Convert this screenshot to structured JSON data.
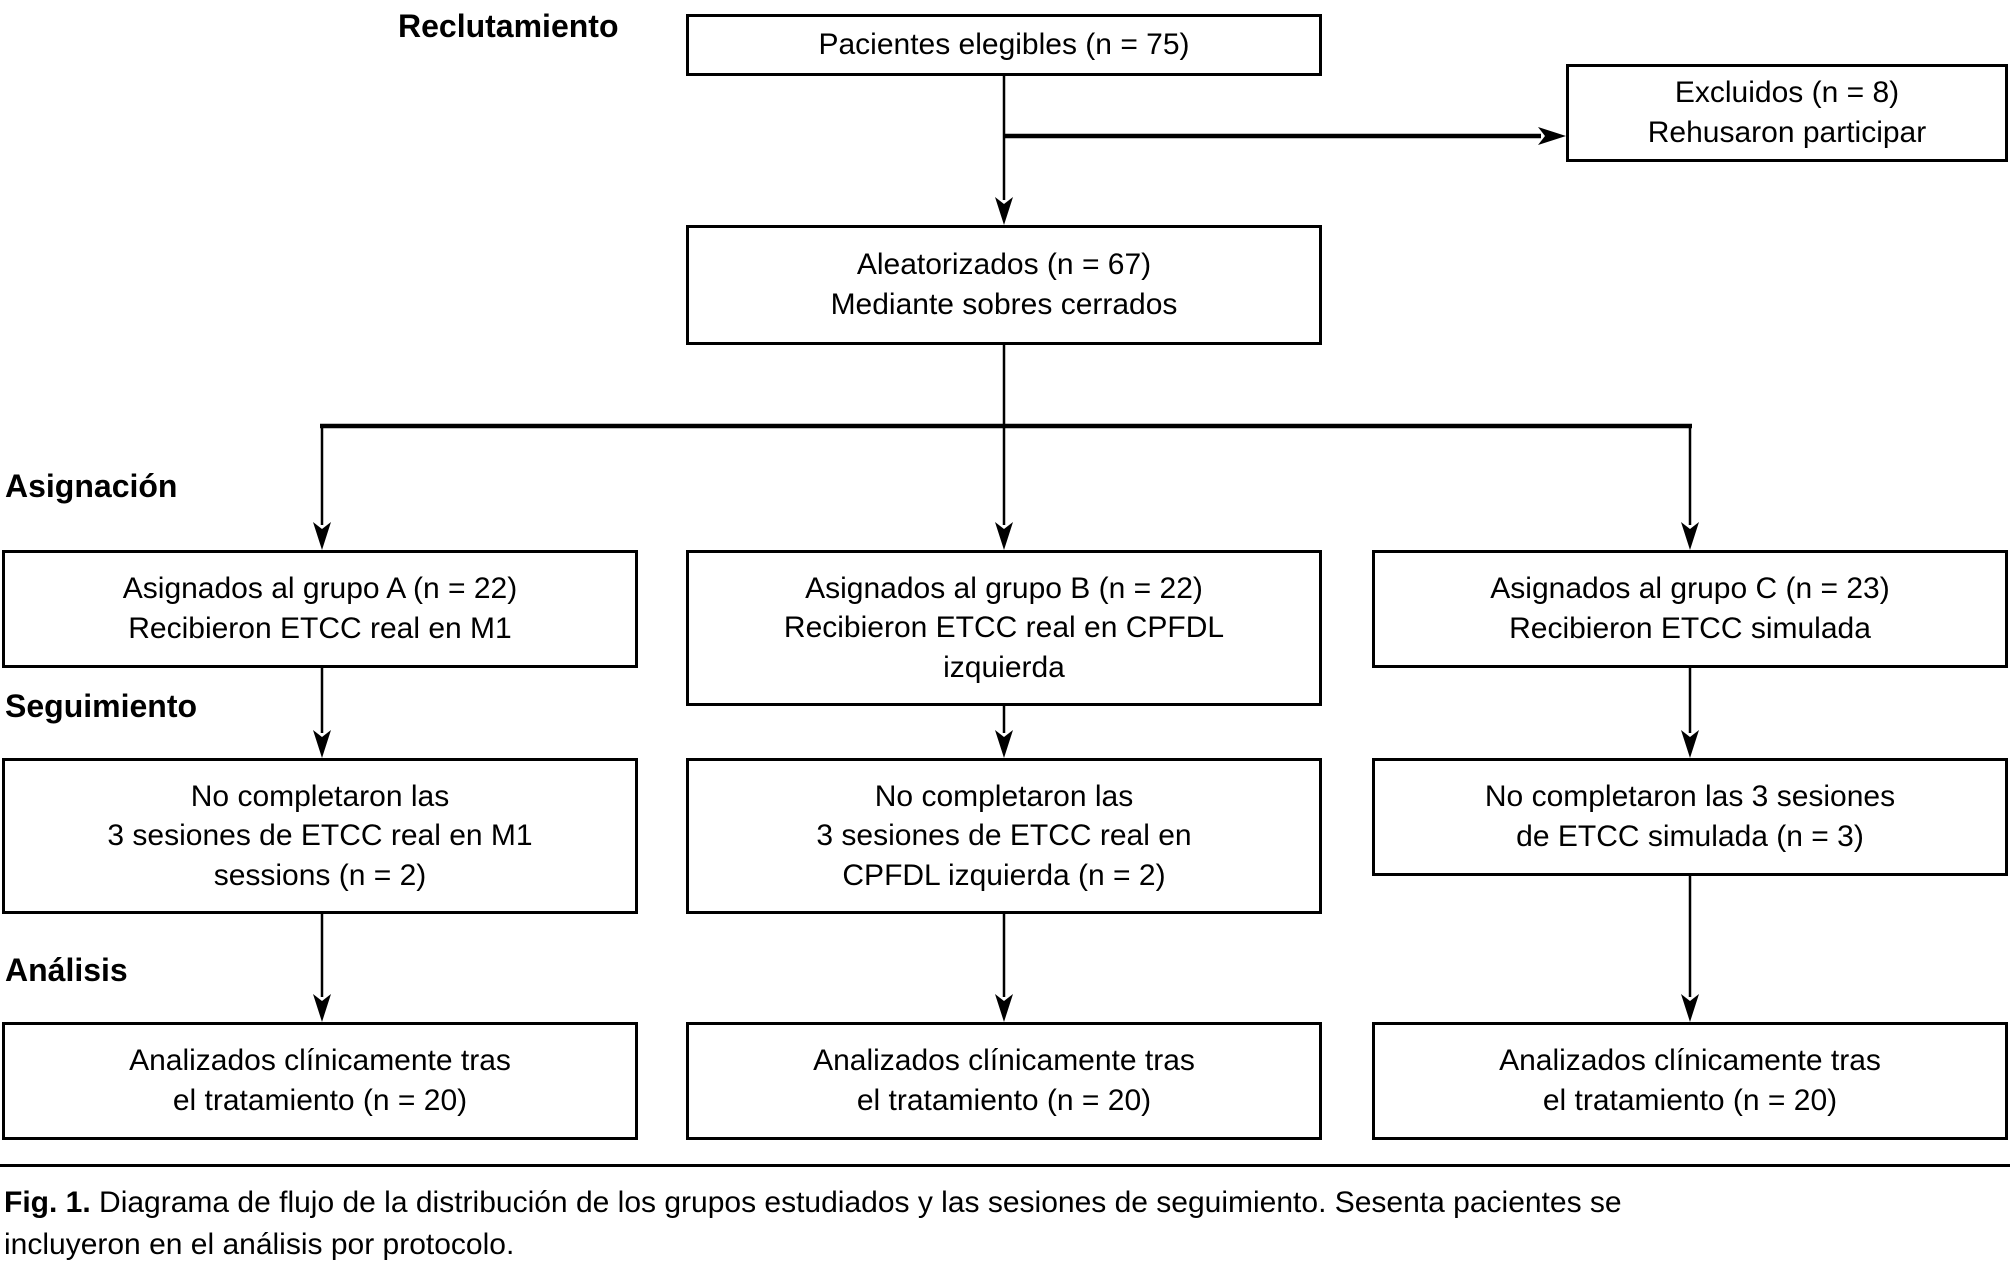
{
  "stage_labels": {
    "recruitment": "Reclutamiento",
    "allocation": "Asignación",
    "followup": "Seguimiento",
    "analysis": "Análisis"
  },
  "boxes": {
    "eligible": {
      "lines": [
        "Pacientes elegibles (n = 75)"
      ]
    },
    "excluded": {
      "lines": [
        "Excluidos (n = 8)",
        "Rehusaron participar"
      ]
    },
    "randomized": {
      "lines": [
        "Aleatorizados (n = 67)",
        "Mediante sobres cerrados"
      ]
    },
    "group_a": {
      "lines": [
        "Asignados al grupo A (n = 22)",
        "Recibieron ETCC real en M1"
      ]
    },
    "group_b": {
      "lines": [
        "Asignados al grupo B (n = 22)",
        "Recibieron ETCC real en CPFDL",
        "izquierda"
      ]
    },
    "group_c": {
      "lines": [
        "Asignados al grupo C (n = 23)",
        "Recibieron ETCC simulada"
      ]
    },
    "followup_a": {
      "lines": [
        "No completaron las",
        "3 sesiones de ETCC real en M1",
        "sessions (n = 2)"
      ]
    },
    "followup_b": {
      "lines": [
        "No completaron las",
        "3 sesiones de ETCC real en",
        "CPFDL izquierda (n = 2)"
      ]
    },
    "followup_c": {
      "lines": [
        "No completaron las 3 sesiones",
        "de ETCC simulada (n = 3)"
      ]
    },
    "analysis_a": {
      "lines": [
        "Analizados clínicamente tras",
        "el tratamiento (n = 20)"
      ]
    },
    "analysis_b": {
      "lines": [
        "Analizados clínicamente tras",
        "el tratamiento (n = 20)"
      ]
    },
    "analysis_c": {
      "lines": [
        "Analizados clínicamente tras",
        "el tratamiento (n = 20)"
      ]
    }
  },
  "caption": {
    "prefix": "Fig. 1.",
    "line1": " Diagrama de flujo de la distribución de los grupos estudiados y las sesiones de seguimiento. Sesenta pacientes se",
    "line2": "incluyeron en el análisis por protocolo."
  },
  "colors": {
    "line": "#000000",
    "background": "#ffffff",
    "text": "#000000"
  }
}
